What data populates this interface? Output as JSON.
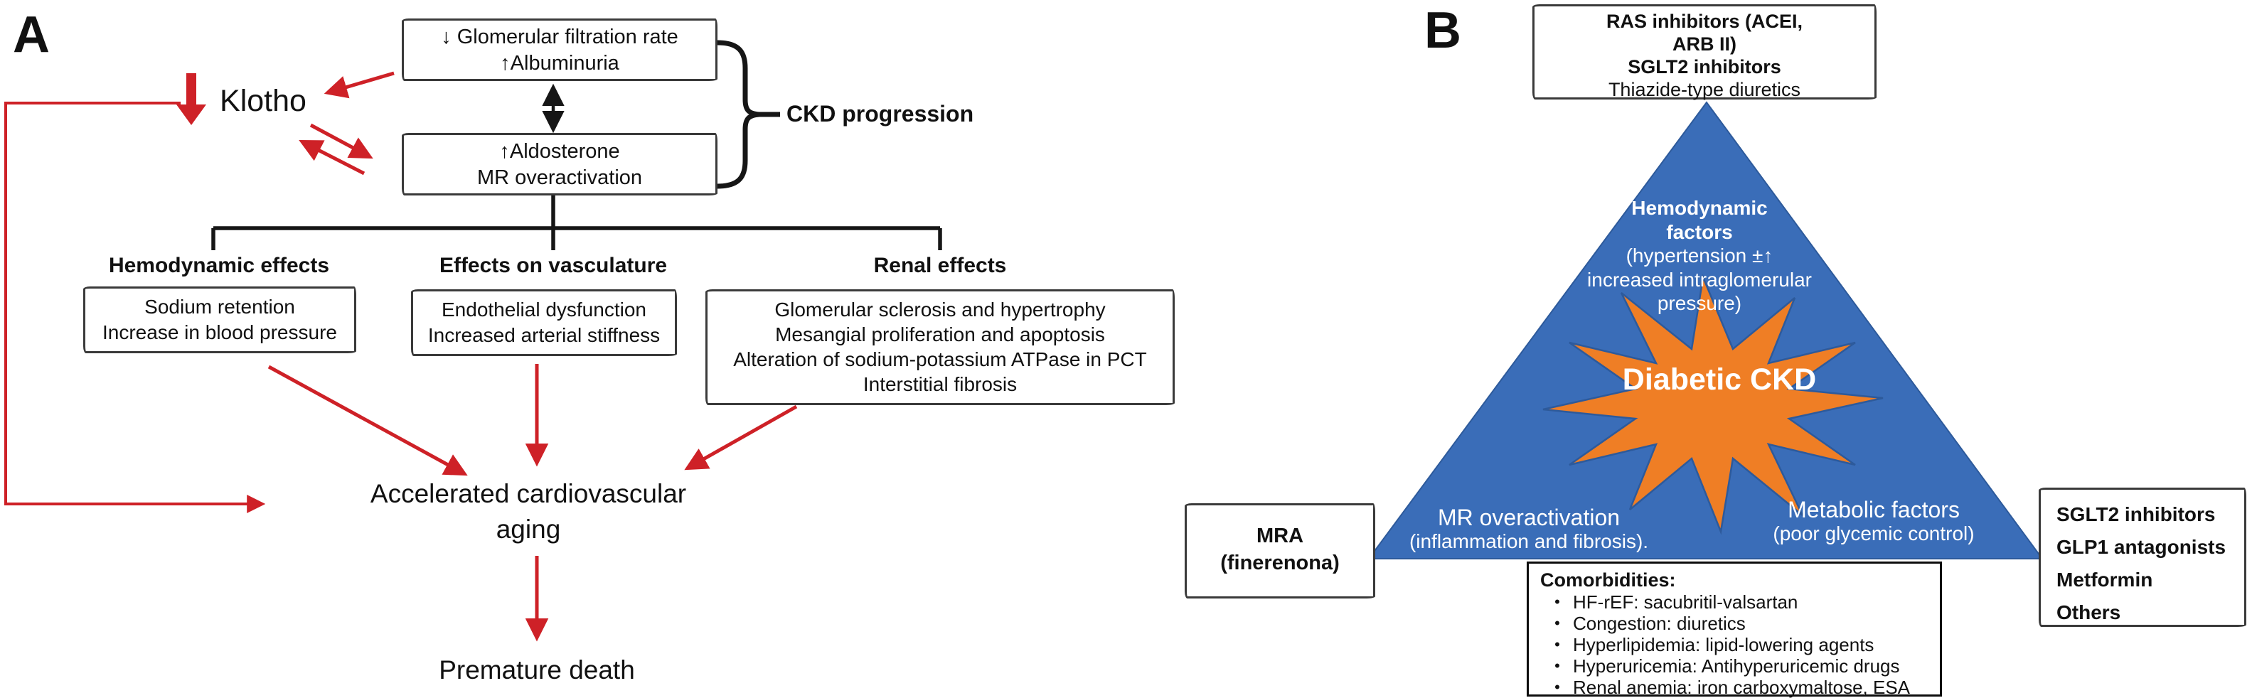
{
  "colors": {
    "red": "#ce2127",
    "blue": "#3a6db8",
    "blue_edge": "#2d5a9b",
    "orange": "#ef7e25",
    "ink": "#161616"
  },
  "panel_a": {
    "label": "A",
    "gfr_box": {
      "line1": "↓ Glomerular filtration rate",
      "line2": "↑Albuminuria"
    },
    "klotho": "Klotho",
    "aldosterone_box": {
      "line1": "↑Aldosterone",
      "line2": "MR overactivation"
    },
    "ckd_progression": "CKD progression",
    "branches": {
      "hemodynamic": {
        "header": "Hemodynamic effects",
        "line1": "Sodium retention",
        "line2": "Increase in blood pressure"
      },
      "vasculature": {
        "header": "Effects on vasculature",
        "line1": "Endothelial dysfunction",
        "line2": "Increased arterial stiffness"
      },
      "renal": {
        "header": "Renal effects",
        "line1": "Glomerular sclerosis and hypertrophy",
        "line2": "Mesangial proliferation and apoptosis",
        "line3": "Alteration of sodium-potassium ATPase in PCT",
        "line4": "Interstitial fibrosis"
      }
    },
    "outcome": {
      "line1": "Accelerated cardiovascular",
      "line2": "aging"
    },
    "death": "Premature death"
  },
  "panel_b": {
    "label": "B",
    "top_box": {
      "line1": "RAS inhibitors (ACEI,",
      "line2": "ARB II)",
      "line3": "SGLT2 inhibitors",
      "line4": "Thiazide-type diuretics"
    },
    "triangle": {
      "hemodynamic": {
        "bold1": "Hemodynamic",
        "bold2": "factors",
        "paren1": "(hypertension ±↑",
        "paren2": "increased intraglomerular",
        "paren3": "pressure)"
      },
      "center": "Diabetic CKD",
      "mr": {
        "line1": "MR overactivation",
        "line2": "(inflammation and fibrosis)."
      },
      "metabolic": {
        "line1": "Metabolic factors",
        "line2": "(poor glycemic control)"
      }
    },
    "mra_box": {
      "line1": "MRA",
      "line2": "(finerenona)"
    },
    "comorbidities": {
      "title": "Comorbidities:",
      "items": [
        "HF-rEF: sacubritil-valsartan",
        "Congestion: diuretics",
        "Hyperlipidemia: lipid-lowering agents",
        "Hyperuricemia: Antihyperuricemic drugs",
        "Renal anemia: iron carboxymaltose, ESA"
      ]
    },
    "right_box": {
      "line1": "SGLT2 inhibitors",
      "line2": "GLP1 antagonists",
      "line3": "Metformin",
      "line4": "Others"
    }
  }
}
